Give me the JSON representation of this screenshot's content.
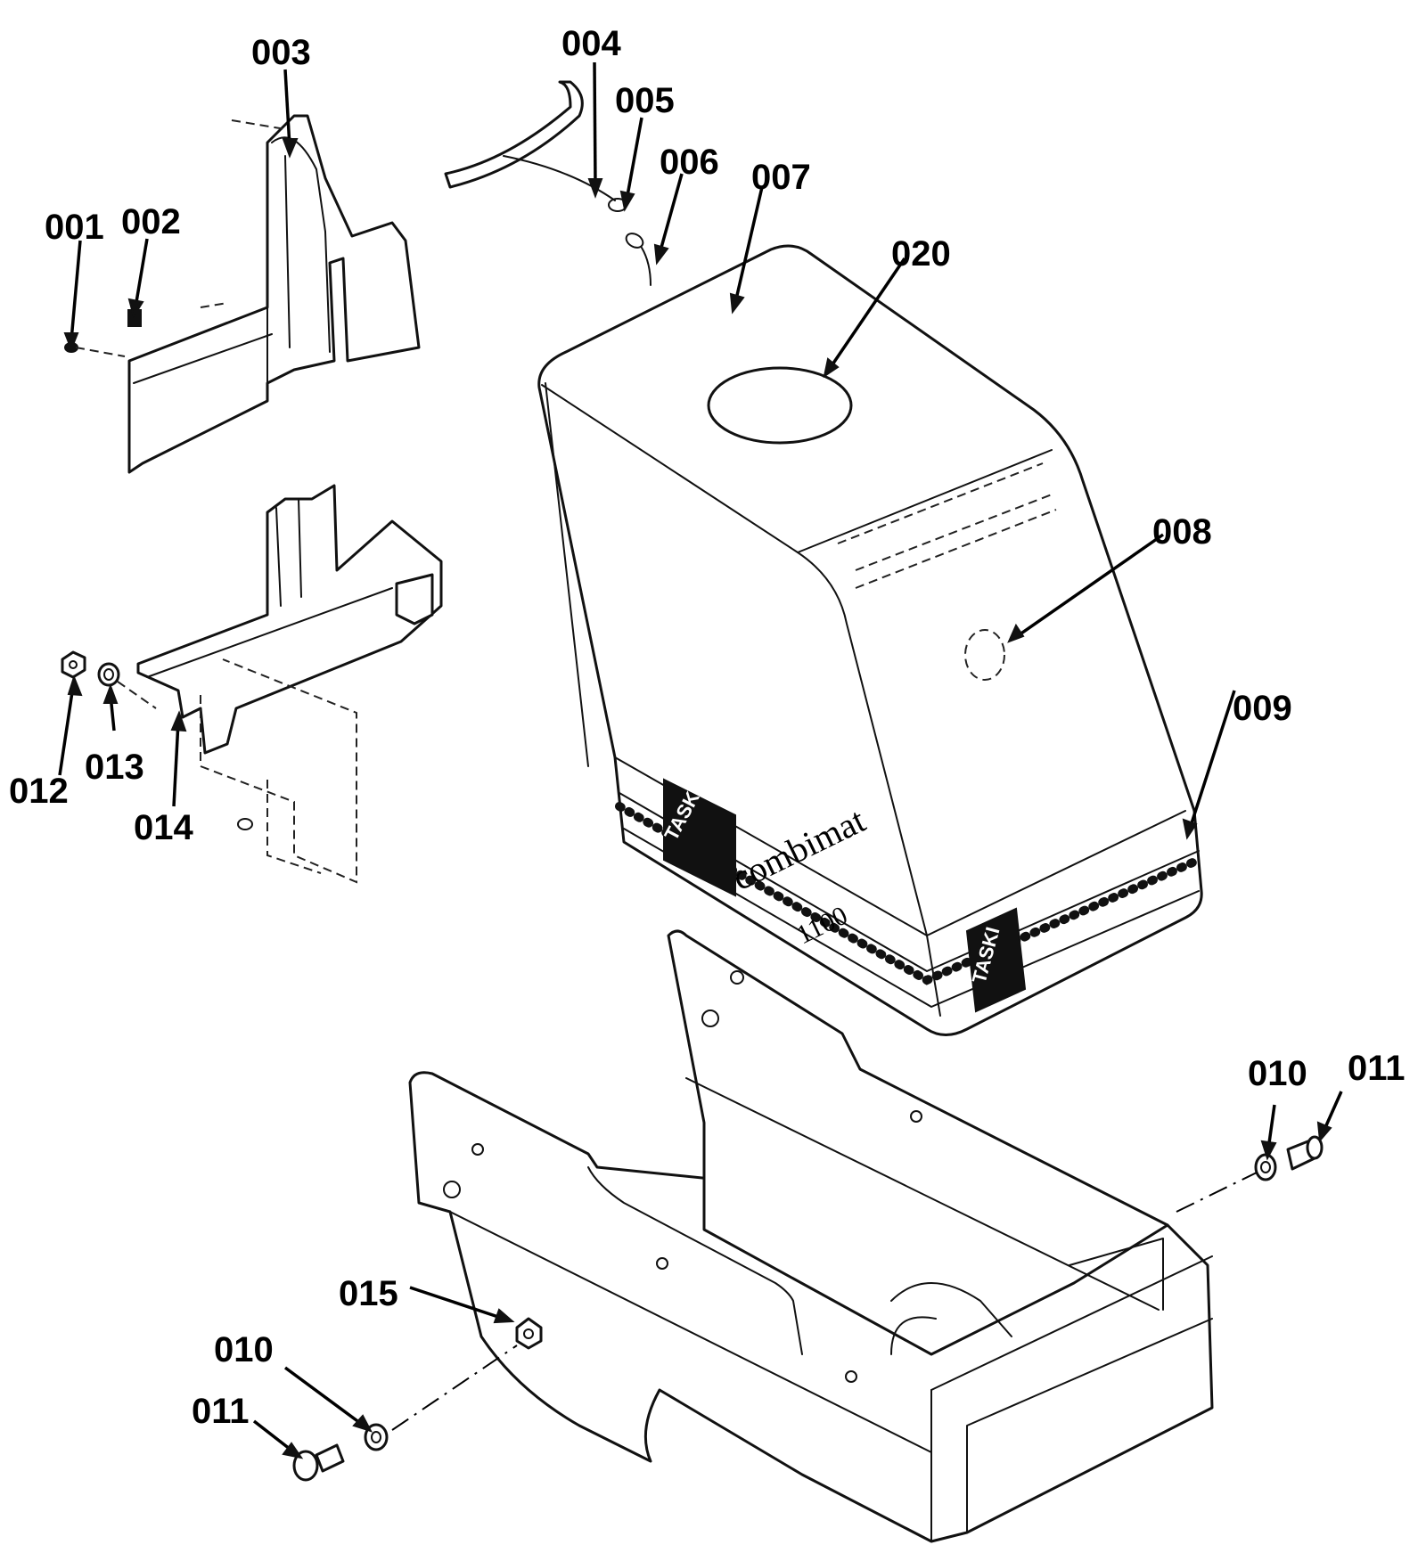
{
  "diagram": {
    "callouts": [
      {
        "id": "001",
        "label": "001"
      },
      {
        "id": "002",
        "label": "002"
      },
      {
        "id": "003",
        "label": "003"
      },
      {
        "id": "004",
        "label": "004"
      },
      {
        "id": "005",
        "label": "005"
      },
      {
        "id": "006",
        "label": "006"
      },
      {
        "id": "007",
        "label": "007"
      },
      {
        "id": "020",
        "label": "020"
      },
      {
        "id": "008",
        "label": "008"
      },
      {
        "id": "009",
        "label": "009"
      },
      {
        "id": "012",
        "label": "012"
      },
      {
        "id": "013",
        "label": "013"
      },
      {
        "id": "014",
        "label": "014"
      },
      {
        "id": "010a",
        "label": "010"
      },
      {
        "id": "011a",
        "label": "011"
      },
      {
        "id": "015",
        "label": "015"
      },
      {
        "id": "010b",
        "label": "010"
      },
      {
        "id": "011b",
        "label": "011"
      }
    ],
    "cover_branding": {
      "brand": "TASKI",
      "model_name": "combimat",
      "model_number": "1100"
    }
  }
}
